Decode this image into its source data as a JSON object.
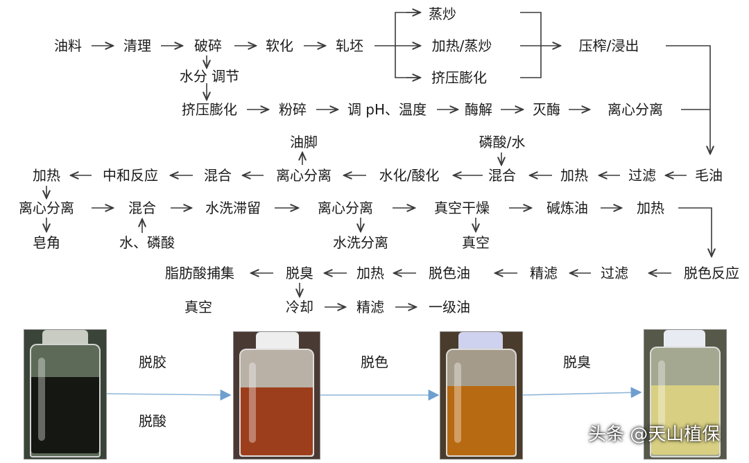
{
  "flow": {
    "nodes": {
      "youliao": "油料",
      "qingli": "清理",
      "posui": "破碎",
      "ruanhua": "软化",
      "yapi": "轧坯",
      "zhengchao": "蒸炒",
      "jiare_zhengchao": "加热/蒸炒",
      "jiya_pengh1": "挤压膨化",
      "yazha": "压榨/浸出",
      "shuifen_tiaojie": "水分 调节",
      "jiya_pengh2": "挤压膨化",
      "fensui": "粉碎",
      "tiao_ph": "调 pH、温度",
      "meijie": "酶解",
      "miemei": "灭酶",
      "lixin1": "离心分离",
      "youjiao": "油脚",
      "linsuan_shui": "磷酸/水",
      "jiare1": "加热",
      "zhonghe": "中和反应",
      "hunhe1": "混合",
      "lixin2": "离心分离",
      "shuihua": "水化/酸化",
      "hunhe2": "混合",
      "jiare2": "加热",
      "guolv1": "过滤",
      "maoyou": "毛油",
      "lixin3": "离心分离",
      "hunhe3": "混合",
      "shuixi_zhiliu": "水洗滞留",
      "lixin4": "离心分离",
      "zhenkong_ganzao": "真空干燥",
      "jianlianyou": "碱炼油",
      "jiare3": "加热",
      "zaojiao": "皂角",
      "shui_linsuan": "水、磷酸",
      "shuixi_fenli": "水洗分离",
      "zhenkong1": "真空",
      "zhifangsuan": "脂肪酸捕集",
      "tuochou": "脱臭",
      "jiare4": "加热",
      "tuoseyou": "脱色油",
      "jinglv1": "精滤",
      "guolv2": "过滤",
      "tuose_fanying": "脱色反应",
      "zhenkong2": "真空",
      "lengque": "冷却",
      "jinglv2": "精滤",
      "yijiyou": "一级油"
    }
  },
  "photos": {
    "steps": {
      "tuojiao": "脱胶",
      "tuosuan": "脱酸",
      "tuose": "脱色",
      "tuochou": "脱臭"
    },
    "liquid_colors": [
      "#141712",
      "#9c3e1c",
      "#b86a12",
      "#d8cf82"
    ]
  },
  "watermark": {
    "text": "头条 @天山植保"
  }
}
